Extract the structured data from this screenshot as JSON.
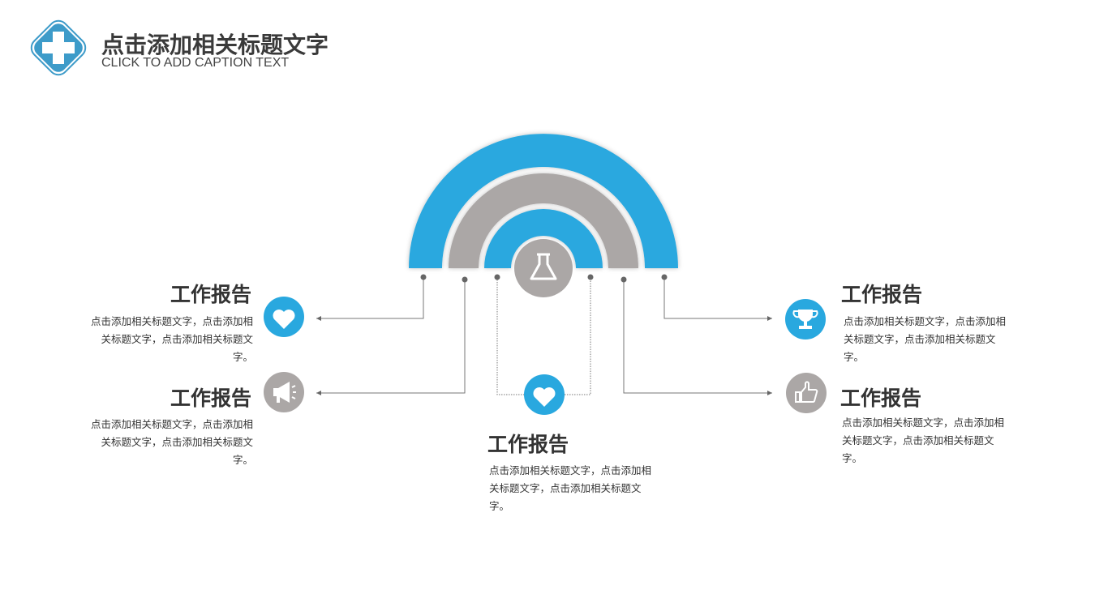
{
  "header": {
    "title": "点击添加相关标题文字",
    "subtitle": "CLICK TO ADD CAPTION TEXT"
  },
  "colors": {
    "blue": "#29a8df",
    "gray": "#aba7a6",
    "text": "#333333"
  },
  "items": [
    {
      "title": "工作报告",
      "desc": "点击添加相关标题文字，点击添加相关标题文字，点击添加相关标题文字。",
      "icon": "heart-icon"
    },
    {
      "title": "工作报告",
      "desc": "点击添加相关标题文字，点击添加相关标题文字，点击添加相关标题文字。",
      "icon": "megaphone-icon"
    },
    {
      "title": "工作报告",
      "desc": "点击添加相关标题文字，点击添加相关标题文字，点击添加相关标题文字。",
      "icon": "heart-icon"
    },
    {
      "title": "工作报告",
      "desc": "点击添加相关标题文字，点击添加相关标题文字，点击添加相关标题文字。",
      "icon": "trophy-icon"
    },
    {
      "title": "工作报告",
      "desc": "点击添加相关标题文字，点击添加相关标题文字，点击添加相关标题文字。",
      "icon": "thumbs-up-icon"
    }
  ],
  "center_icon": "flask-icon"
}
